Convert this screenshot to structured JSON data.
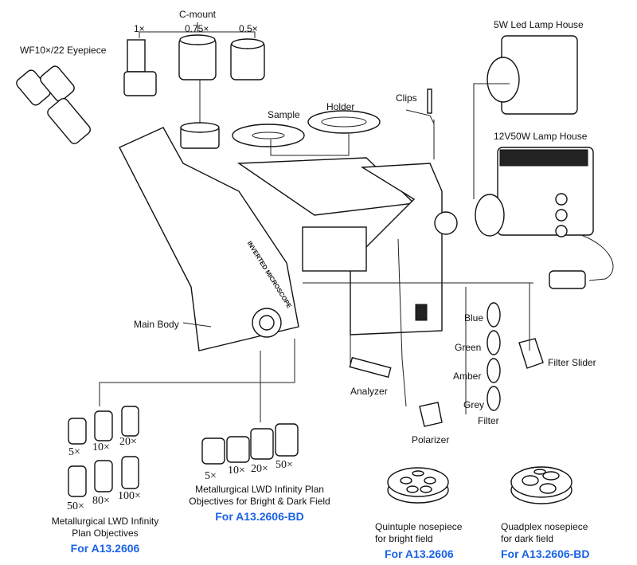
{
  "labels": {
    "eyepiece": "WF10×/22 Eyepiece",
    "cmount": "C-mount",
    "cmount_1x": "1×",
    "cmount_075x": "0.75×",
    "cmount_05x": "0.5×",
    "sample": "Sample",
    "holder": "Holder",
    "clips": "Clips",
    "led_lamp": "5W  Led Lamp House",
    "halogen_lamp": "12V50W Lamp House",
    "main_body": "Main Body",
    "body_marking": "INVERTED MICROSCOPE",
    "analyzer": "Analyzer",
    "polarizer": "Polarizer",
    "filter_slider": "Filter Slider",
    "filter": "Filter",
    "filters": [
      "Blue",
      "Green",
      "Amber",
      "Grey"
    ]
  },
  "objectives_bright": {
    "mags": [
      "5×",
      "10×",
      "20×",
      "50×",
      "80×",
      "100×"
    ],
    "title_line1": "Metallurgical LWD Infinity",
    "title_line2": "Plan Objectives",
    "model": "For A13.2606"
  },
  "objectives_bd": {
    "mags": [
      "5×",
      "10×",
      "20×",
      "50×"
    ],
    "title_line1": "Metallurgical LWD Infinity Plan",
    "title_line2": "Objectives for Bright & Dark Field",
    "model": "For A13.2606-BD"
  },
  "nosepiece_quintuple": {
    "line1": "Quintuple nosepiece",
    "line2": "for bright field",
    "model": "For A13.2606"
  },
  "nosepiece_quadplex": {
    "line1": "Quadplex nosepiece",
    "line2": "for dark field",
    "model": "For A13.2606-BD"
  },
  "colors": {
    "model_text": "#1a63e6",
    "line": "#111111"
  }
}
